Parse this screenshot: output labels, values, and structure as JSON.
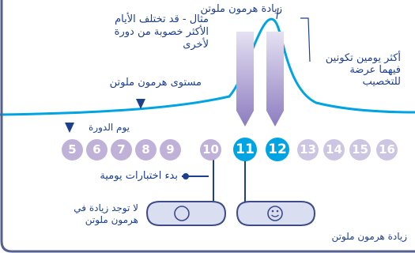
{
  "colors": {
    "text": "#1d3f8f",
    "curve": "#00a4e2",
    "day_circle": "#bfb1d8",
    "day_highlight": "#00a4e2",
    "border": "#56608f"
  },
  "labels": {
    "lh_surge_top": "زيادة هرمون ملوتن",
    "example_note": [
      "مثال - قد تختلف الأيام",
      "الأكثر خصوبة من دورة",
      "لأخرى"
    ],
    "fertile_days": [
      "أكثر يومين تكونين",
      "فيهما عرضة",
      "للتخصيب"
    ],
    "lh_level": "مستوى هرمون ملوتن",
    "cycle_day": "يوم الدورة",
    "start_testing": "بدء اختبارات يومية",
    "no_surge": [
      "لا توجد زيادة في",
      "هرمون ملوتن"
    ],
    "surge_result": "زيادة هرمون ملوتن"
  },
  "days": [
    "5",
    "6",
    "7",
    "8",
    "9",
    "10",
    "11",
    "12",
    "13",
    "14",
    "15",
    "16"
  ],
  "icons": {
    "no_surge_result": "circle-icon",
    "surge_result": "smiley-icon"
  }
}
